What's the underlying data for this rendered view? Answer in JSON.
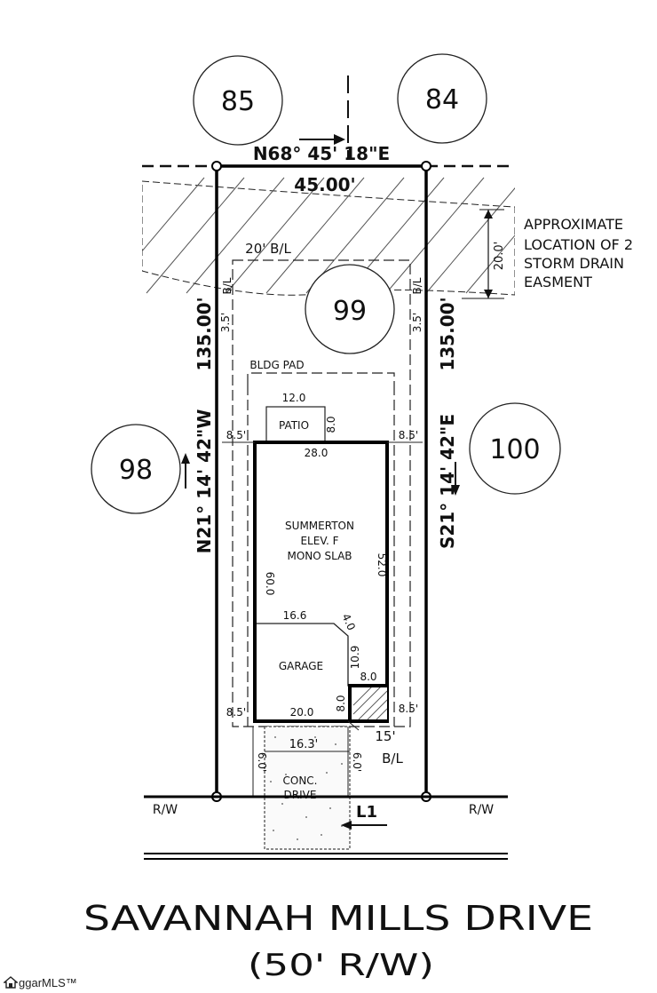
{
  "lots": {
    "lot_85": "85",
    "lot_84": "84",
    "lot_99": "99",
    "lot_98": "98",
    "lot_100": "100"
  },
  "boundary": {
    "north_bearing": "N68° 45' 18\"E",
    "north_distance": "45.00'",
    "west_bearing": "N21° 14' 42\"W",
    "east_bearing": "S21° 14' 42\"E",
    "west_distance": "135.00'",
    "east_distance": "135.00'"
  },
  "easement": {
    "note_lines": [
      "APPROXIMATE",
      "LOCATION OF 2",
      "STORM DRAIN",
      "EASMENT"
    ],
    "width": "20.0'"
  },
  "setbacks": {
    "rear": "20' B/L",
    "side_left": "3.5'",
    "side_right": "3.5'",
    "front": "15'",
    "front_bl": "B/L",
    "bldg_pad": "BLDG PAD"
  },
  "house": {
    "name_lines": [
      "SUMMERTON",
      "ELEV. F",
      "MONO SLAB"
    ],
    "width_rear": "28.0",
    "depth_left": "60.0",
    "depth_right": "52.0",
    "front_width": "20.0",
    "interior_16": "16.6",
    "interior_4": "4.0",
    "interior_109": "10.9",
    "interior_8a": "8.0",
    "interior_8b": "8.0",
    "garage_label": "GARAGE",
    "offset_left_top": "8.5'",
    "offset_right_top": "8.5'",
    "offset_left_bottom": "8.5'",
    "offset_right_bottom": "8.5'"
  },
  "patio": {
    "label": "PATIO",
    "width": "12.0",
    "depth": "8.0"
  },
  "drive": {
    "label_lines": [
      "CONC.",
      "DRIVE"
    ],
    "width": "16.3'",
    "left_dim": "6.0'",
    "right_dim": "6.0'"
  },
  "row": {
    "left": "R/W",
    "right": "R/W",
    "curve": "L1"
  },
  "street": {
    "name": "SAVANNAH MILLS DRIVE",
    "row_width": "(50' R/W)"
  },
  "watermark": {
    "text": "ggarMLS™"
  }
}
